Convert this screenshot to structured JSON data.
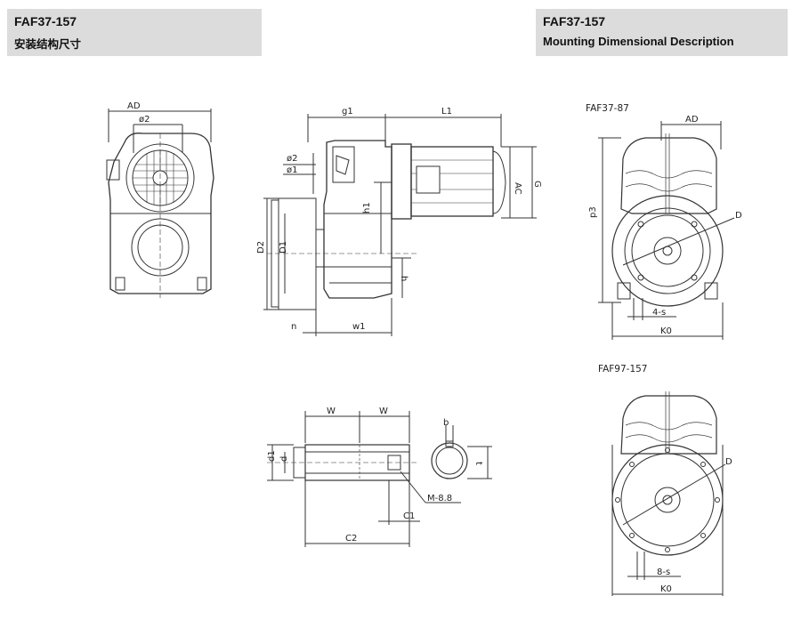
{
  "header_left": {
    "model": "FAF37-157",
    "subtitle": "安装结构尺寸"
  },
  "header_right": {
    "model": "FAF37-157",
    "subtitle": "Mounting Dimensional Description"
  },
  "views": {
    "front": {
      "dims": {
        "ad": "AD",
        "phi2": "ø2"
      }
    },
    "side": {
      "dims": {
        "g1": "g1",
        "l1": "L1",
        "phi2": "ø2",
        "phi1": "ø1",
        "ac": "AC",
        "g": "G",
        "h1": "h1",
        "d2": "D2",
        "d1": "D1",
        "h": "h",
        "n": "n",
        "w1": "w1"
      }
    },
    "flange_small": {
      "title": "FAF37-87",
      "dims": {
        "ad": "AD",
        "p3": "p3",
        "d": "D",
        "holes": "4-s",
        "k0": "K0"
      }
    },
    "flange_large": {
      "title": "FAF97-157",
      "dims": {
        "d": "D",
        "holes": "8-s",
        "k0": "K0"
      }
    },
    "shaft": {
      "dims": {
        "w_left": "W",
        "w_right": "W",
        "d1": "d1",
        "d": "d",
        "thread": "M-8.8",
        "c1": "C1",
        "c2": "C2",
        "b": "b",
        "t": "t"
      }
    }
  }
}
